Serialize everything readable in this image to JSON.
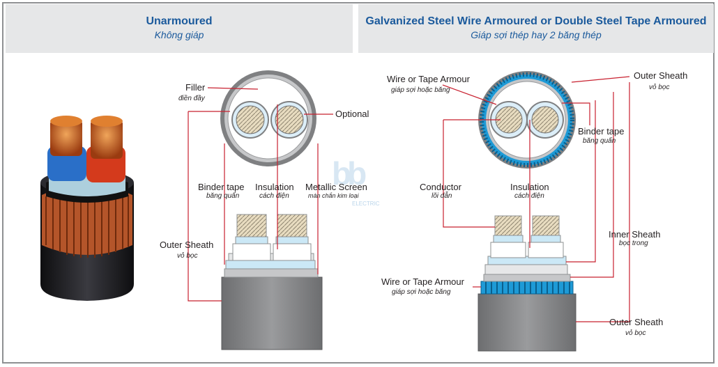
{
  "headers": {
    "left": {
      "title": "Unarmoured",
      "subtitle": "Không giáp"
    },
    "right": {
      "title": "Galvanized Steel Wire Armoured or Double Steel Tape Armoured",
      "subtitle": "Giáp sợi thép hay 2 băng thép"
    }
  },
  "unarmoured": {
    "filler": {
      "en": "Filler",
      "vi": "điền đầy"
    },
    "optional": {
      "en": "Optional"
    },
    "binder_tape": {
      "en": "Binder tape",
      "vi": "băng quấn"
    },
    "insulation": {
      "en": "Insulation",
      "vi": "cách điện"
    },
    "metallic_screen": {
      "en": "Metallic Screen",
      "vi": "màn chắn kim loại"
    },
    "outer_sheath": {
      "en": "Outer Sheath",
      "vi": "vỏ bọc"
    }
  },
  "armoured": {
    "wire_armour_top": {
      "en": "Wire or Tape Armour",
      "vi": "giáp sợi hoặc băng"
    },
    "outer_sheath_top": {
      "en": "Outer Sheath",
      "vi": "vỏ bọc"
    },
    "binder_tape": {
      "en": "Binder tape",
      "vi": "băng quấn"
    },
    "conductor": {
      "en": "Conductor",
      "vi": "lõi dẫn"
    },
    "insulation": {
      "en": "Insulation",
      "vi": "cách điện"
    },
    "inner_sheath": {
      "en": "Inner Sheath",
      "vi": "bọc trong"
    },
    "wire_armour_bottom": {
      "en": "Wire or Tape Armour",
      "vi": "giáp sợi hoặc băng"
    },
    "outer_sheath_bottom": {
      "en": "Outer Sheath",
      "vi": "vỏ bọc"
    }
  },
  "watermark": {
    "logo": "bb",
    "text": "ELECTRIC"
  },
  "colors": {
    "header_bg": "#e6e7e8",
    "title": "#1b5a9c",
    "leader": "#c8202f",
    "armour": "#1e9ad6",
    "sheath": "#7f8082"
  }
}
